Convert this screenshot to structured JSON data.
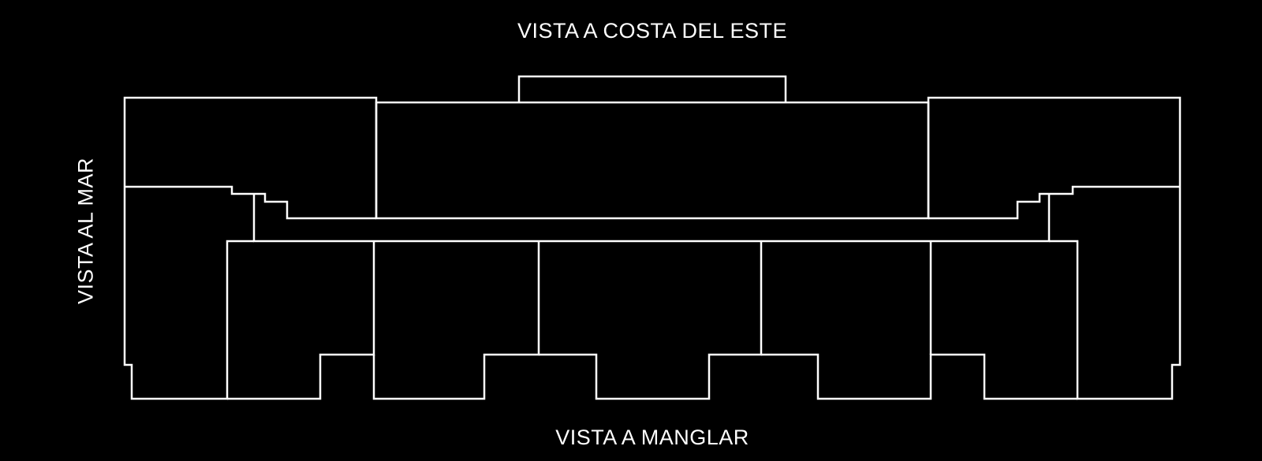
{
  "views": {
    "top": "VISTA A COSTA DEL ESTE",
    "bottom": "VISTA A MANGLAR",
    "left": "VISTA AL MAR"
  },
  "colors": {
    "background": "#000000",
    "line": "#ffffff",
    "text": "#ffffff"
  }
}
